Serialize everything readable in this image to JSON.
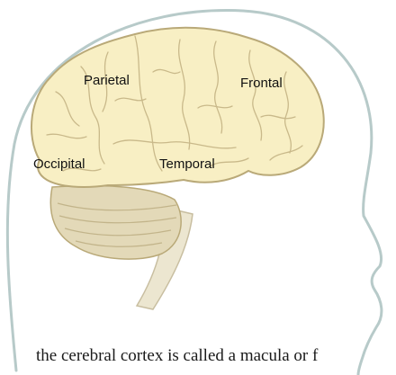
{
  "figure": {
    "labels": {
      "parietal": "Parietal",
      "frontal": "Frontal",
      "occipital": "Occipital",
      "temporal": "Temporal"
    },
    "colors": {
      "head_outline": "#b7cac9",
      "cerebrum_fill": "#f8efc4",
      "cerebrum_stroke": "#b9a978",
      "cerebellum_fill": "#e3d9b8",
      "brainstem_fill": "#ece6d0"
    }
  },
  "caption": "the cerebral cortex is called a macula or f"
}
